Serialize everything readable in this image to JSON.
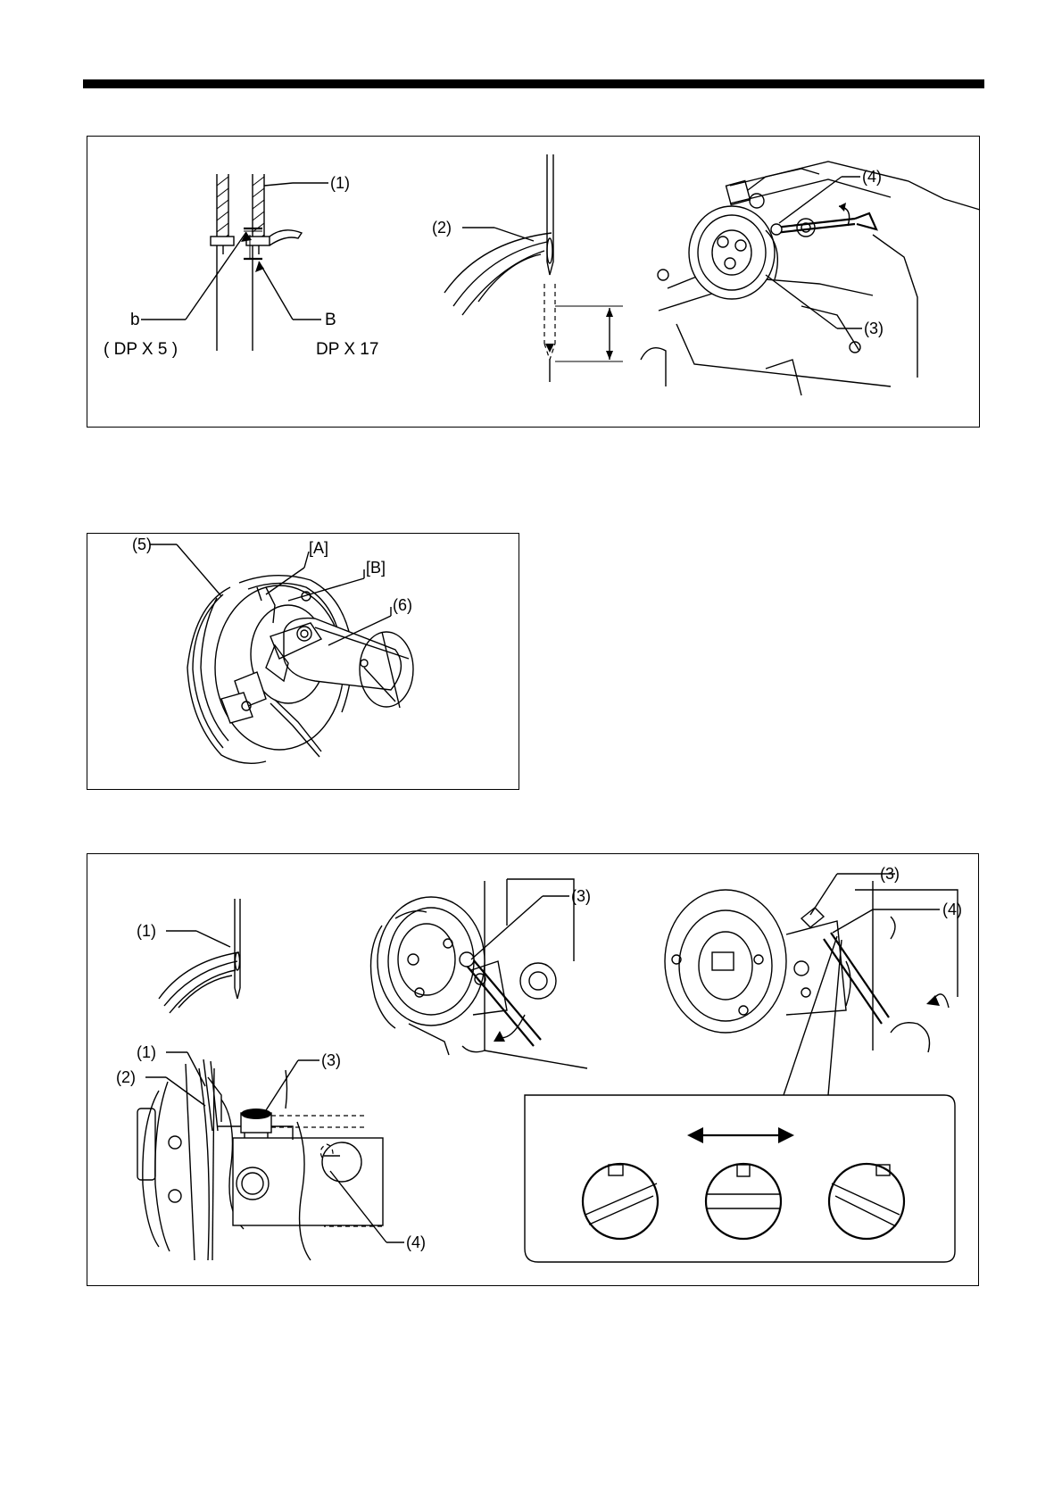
{
  "figure1": {
    "needle_label": "(1)",
    "label_b": "b",
    "label_B": "B",
    "needle_type_left": "( DP X 5 )",
    "needle_type_right": "DP X 17",
    "hook_point_label": "(2)",
    "screw_label": "(4)",
    "hook_label": "(3)"
  },
  "figure2": {
    "label_5": "(5)",
    "label_A": "[A]",
    "label_B": "[B]",
    "label_6": "(6)"
  },
  "figure3": {
    "label_1_top": "(1)",
    "label_1_side": "(1)",
    "label_2_side": "(2)",
    "label_3_side": "(3)",
    "label_4_side": "(4)",
    "label_3_middle": "(3)",
    "label_3_right": "(3)",
    "label_4_right": "(4)"
  }
}
